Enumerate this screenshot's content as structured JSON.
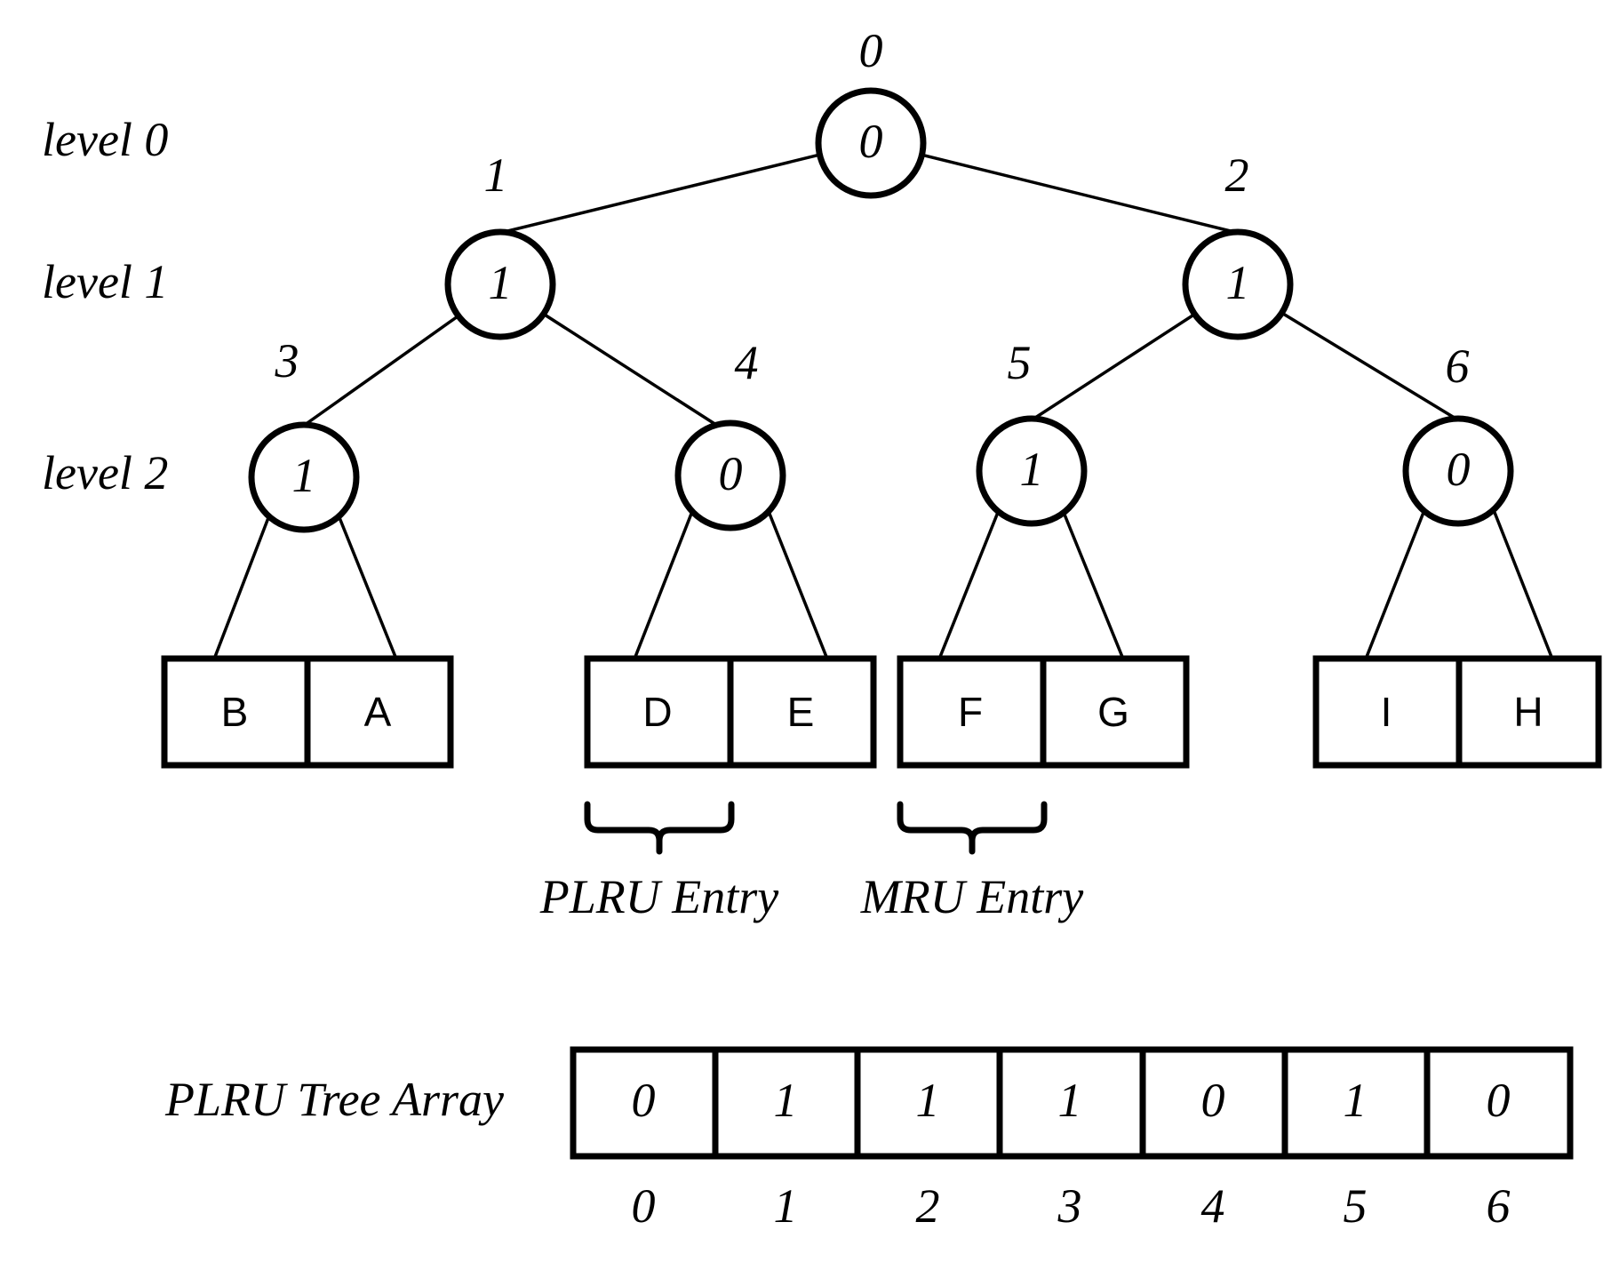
{
  "levels": [
    "level 0",
    "level 1",
    "level 2"
  ],
  "tree_nodes": [
    {
      "index": "0",
      "bit": "0"
    },
    {
      "index": "1",
      "bit": "1"
    },
    {
      "index": "2",
      "bit": "1"
    },
    {
      "index": "3",
      "bit": "1"
    },
    {
      "index": "4",
      "bit": "0"
    },
    {
      "index": "5",
      "bit": "1"
    },
    {
      "index": "6",
      "bit": "0"
    }
  ],
  "leaf_pairs": [
    [
      "B",
      "A"
    ],
    [
      "D",
      "E"
    ],
    [
      "F",
      "G"
    ],
    [
      "I",
      "H"
    ]
  ],
  "annotations": {
    "plru_entry": "PLRU Entry",
    "mru_entry": "MRU Entry"
  },
  "tree_array": {
    "label": "PLRU Tree Array",
    "values": [
      "0",
      "1",
      "1",
      "1",
      "0",
      "1",
      "0"
    ],
    "indices": [
      "0",
      "1",
      "2",
      "3",
      "4",
      "5",
      "6"
    ]
  }
}
